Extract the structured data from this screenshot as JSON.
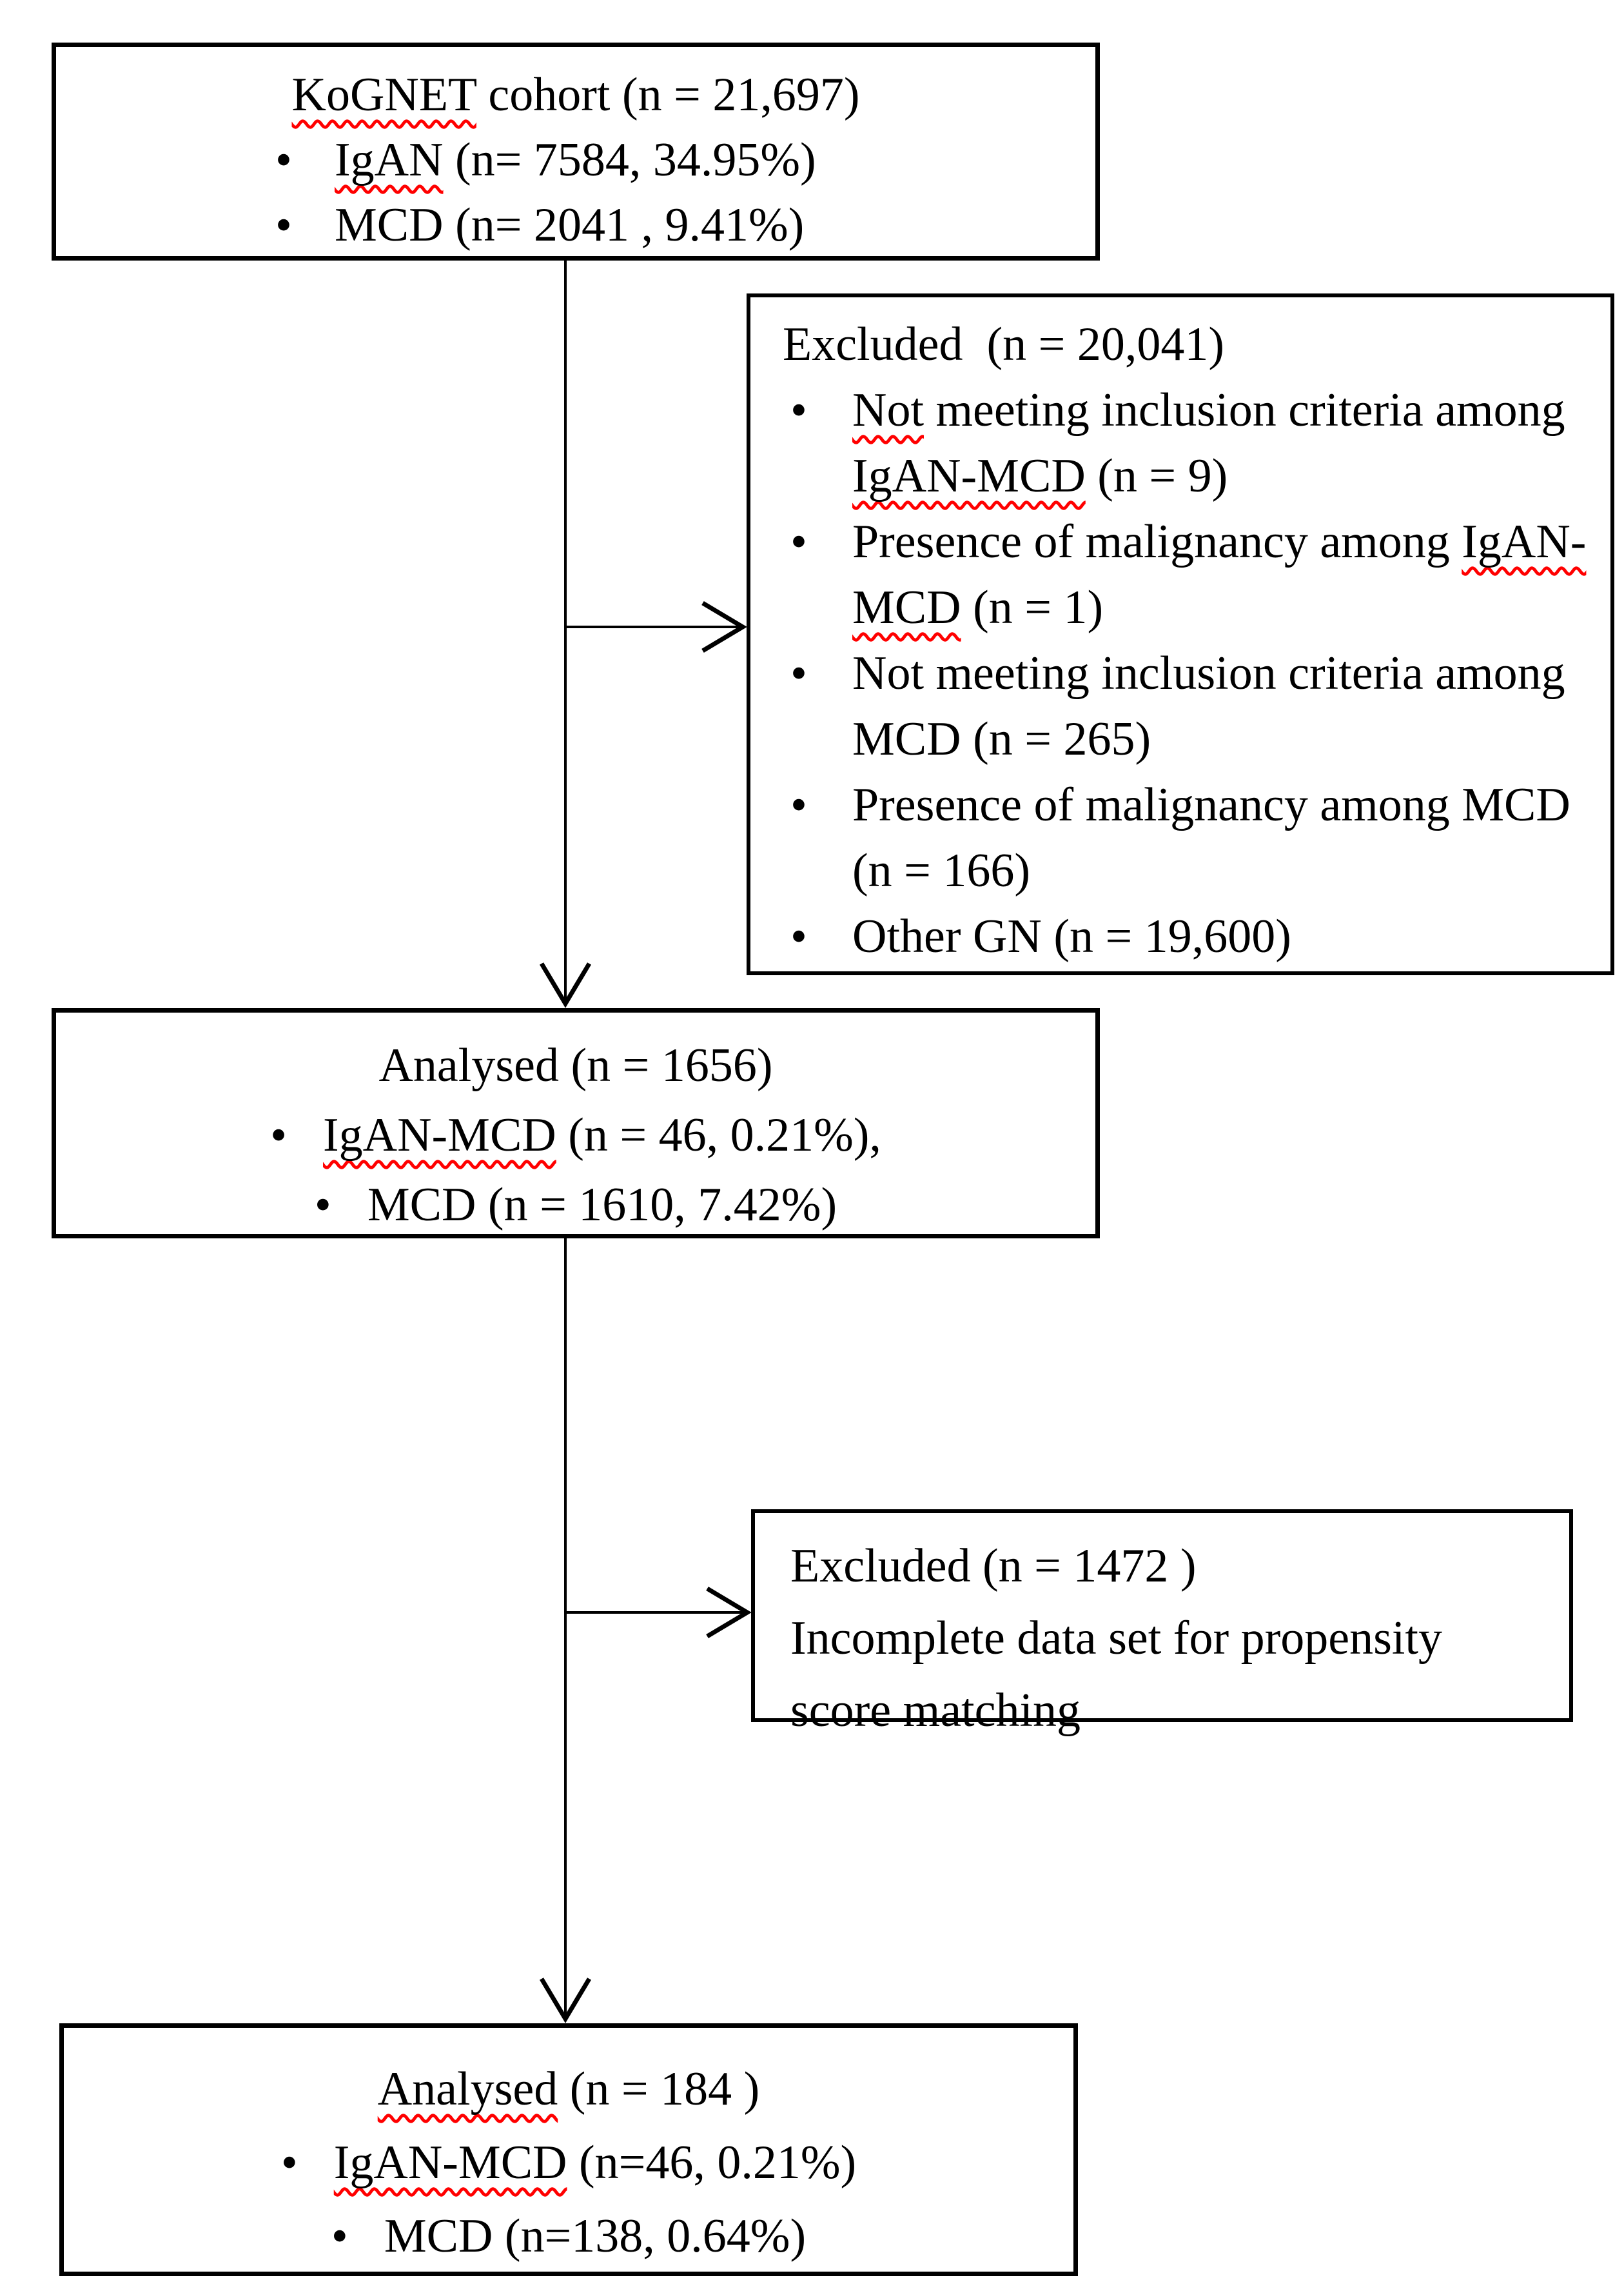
{
  "glyphs": {
    "bullet": "•"
  },
  "colors": {
    "bg": "#ffffff",
    "border": "#000000",
    "squiggle": "#ff0000",
    "arrow": "#000000",
    "text": "#000000"
  },
  "cohort": {
    "title_sq": "KoGNET",
    "title_rest": " cohort (n = 21,697)",
    "b1_sq": "IgAN",
    "b1_rest": " (n= 7584, 34.95%)",
    "b2": "MCD (n= 2041 , 9.41%)"
  },
  "excluded1": {
    "title": "Excluded  (n = 20,041)",
    "b1_sq": "Not",
    "b1_mid": " meeting inclusion criteria among ",
    "b1_sq2": "IgAN-MCD",
    "b1_rest": " (n = 9)",
    "b2_pre": "Presence of malignancy among ",
    "b2_sq": "IgAN-MCD",
    "b2_rest": " (n = 1)",
    "b3": "Not meeting inclusion criteria among MCD (n = 265)",
    "b4": "Presence of malignancy among MCD (n = 166)",
    "b5": "Other GN (n = 19,600)"
  },
  "analysed1": {
    "title": "Analysed (n = 1656)",
    "b1_sq": "IgAN-MCD",
    "b1_rest": " (n = 46, 0.21%),",
    "b2": "MCD (n = 1610, 7.42%)"
  },
  "excluded2": {
    "line1": "Excluded (n = 1472 )",
    "line2": "Incomplete data set for propensity score matching"
  },
  "analysed2": {
    "title_sq": "Analysed",
    "title_rest": " (n = 184 )",
    "b1_sq": "IgAN-MCD",
    "b1_rest": " (n=46, 0.21%)",
    "b2": "MCD (n=138, 0.64%)"
  }
}
